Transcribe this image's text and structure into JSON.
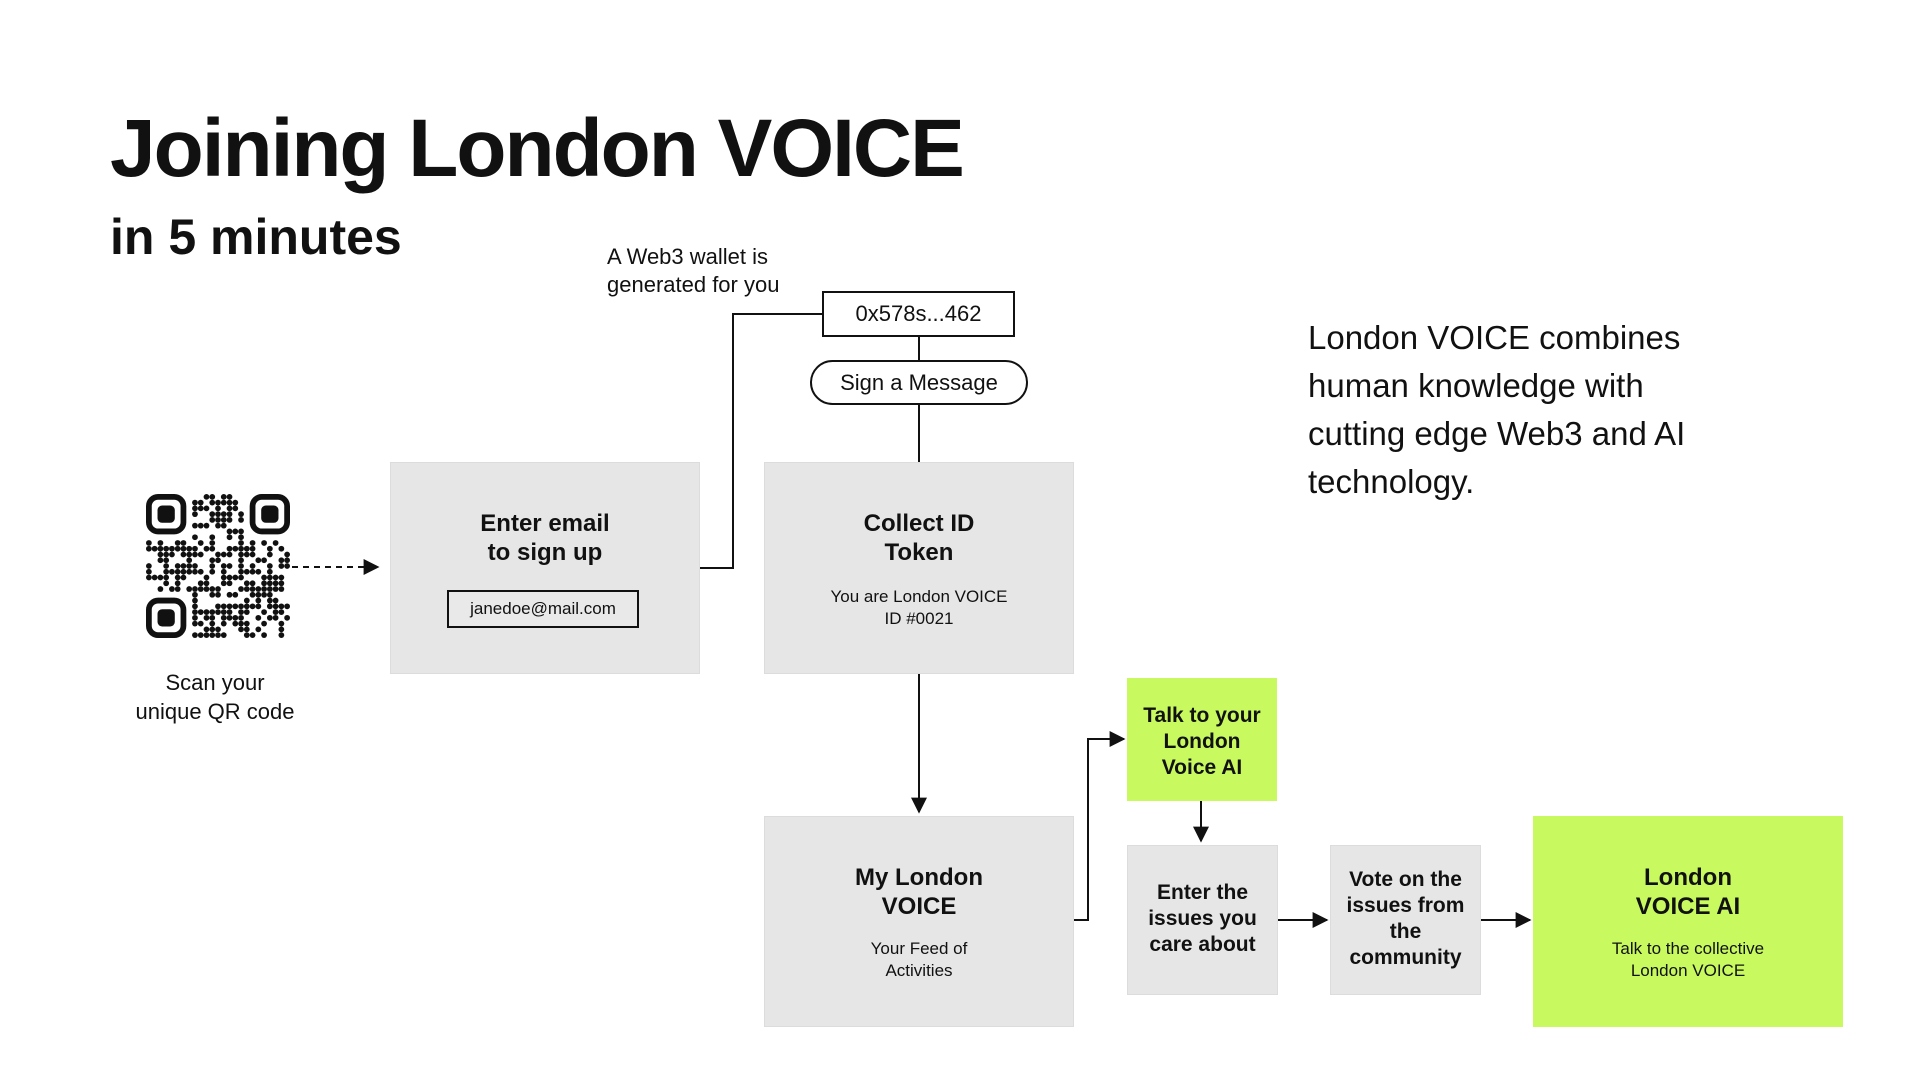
{
  "title": "Joining London VOICE",
  "subtitle": "in 5 minutes",
  "wallet_note": "A Web3 wallet is\ngenerated for you",
  "wallet_address": "0x578s...462",
  "sign_message": "Sign a Message",
  "qr": {
    "icon": "qr-code-icon",
    "caption": "Scan your\nunique QR code"
  },
  "signup": {
    "title": "Enter email\nto sign up",
    "email_value": "janedoe@mail.com"
  },
  "collect": {
    "title": "Collect ID\nToken",
    "subtitle": "You are London VOICE\nID #0021"
  },
  "feed": {
    "title": "My London\nVOICE",
    "subtitle": "Your Feed of\nActivities"
  },
  "talk": {
    "title": "Talk to your\nLondon\nVoice AI"
  },
  "issues": {
    "title": "Enter the\nissues you\ncare about"
  },
  "vote": {
    "title": "Vote on the\nissues from\nthe\ncommunity"
  },
  "ai": {
    "title": "London\nVOICE AI",
    "subtitle": "Talk to the collective\nLondon VOICE"
  },
  "description": "London VOICE combines\nhuman knowledge with\ncutting edge Web3 and AI\ntechnology.",
  "colors": {
    "accent_green": "#c8fa60",
    "box_gray": "#e6e6e6",
    "ink": "#111111"
  }
}
